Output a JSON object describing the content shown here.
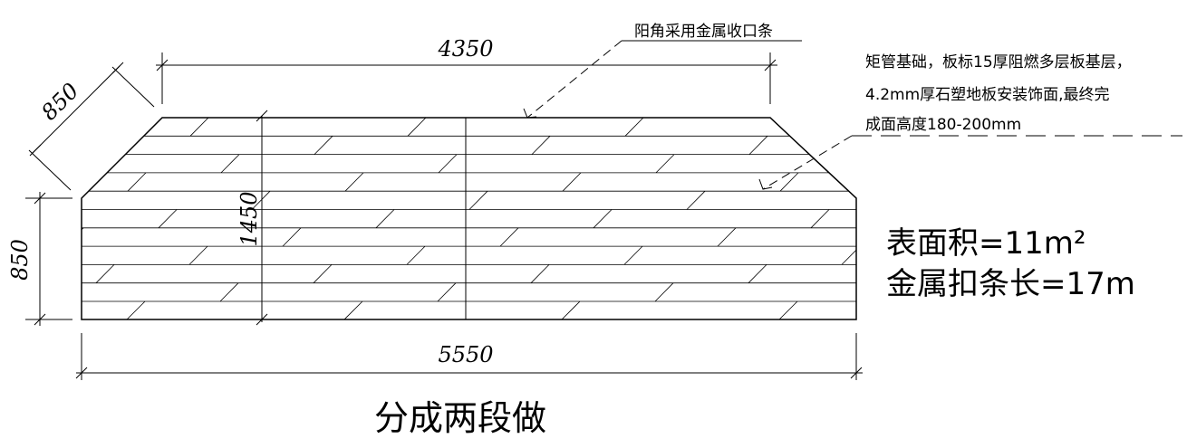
{
  "dimensions": {
    "top_width": "4350",
    "diagonal_side": "850",
    "left_height": "850",
    "depth": "1450",
    "bottom_width": "5550"
  },
  "notes": {
    "edge_note": "阳角采用金属收口条",
    "material_line1": "矩管基础，板标15厚阻燃多层板基层，",
    "material_line2": "4.2mm厚石塑地板安装饰面,最终完",
    "material_line3": "成面高度180-200mm"
  },
  "summary": {
    "area": "表面积=11m²",
    "strip_length": "金属扣条长=17m"
  },
  "caption": "分成两段做"
}
